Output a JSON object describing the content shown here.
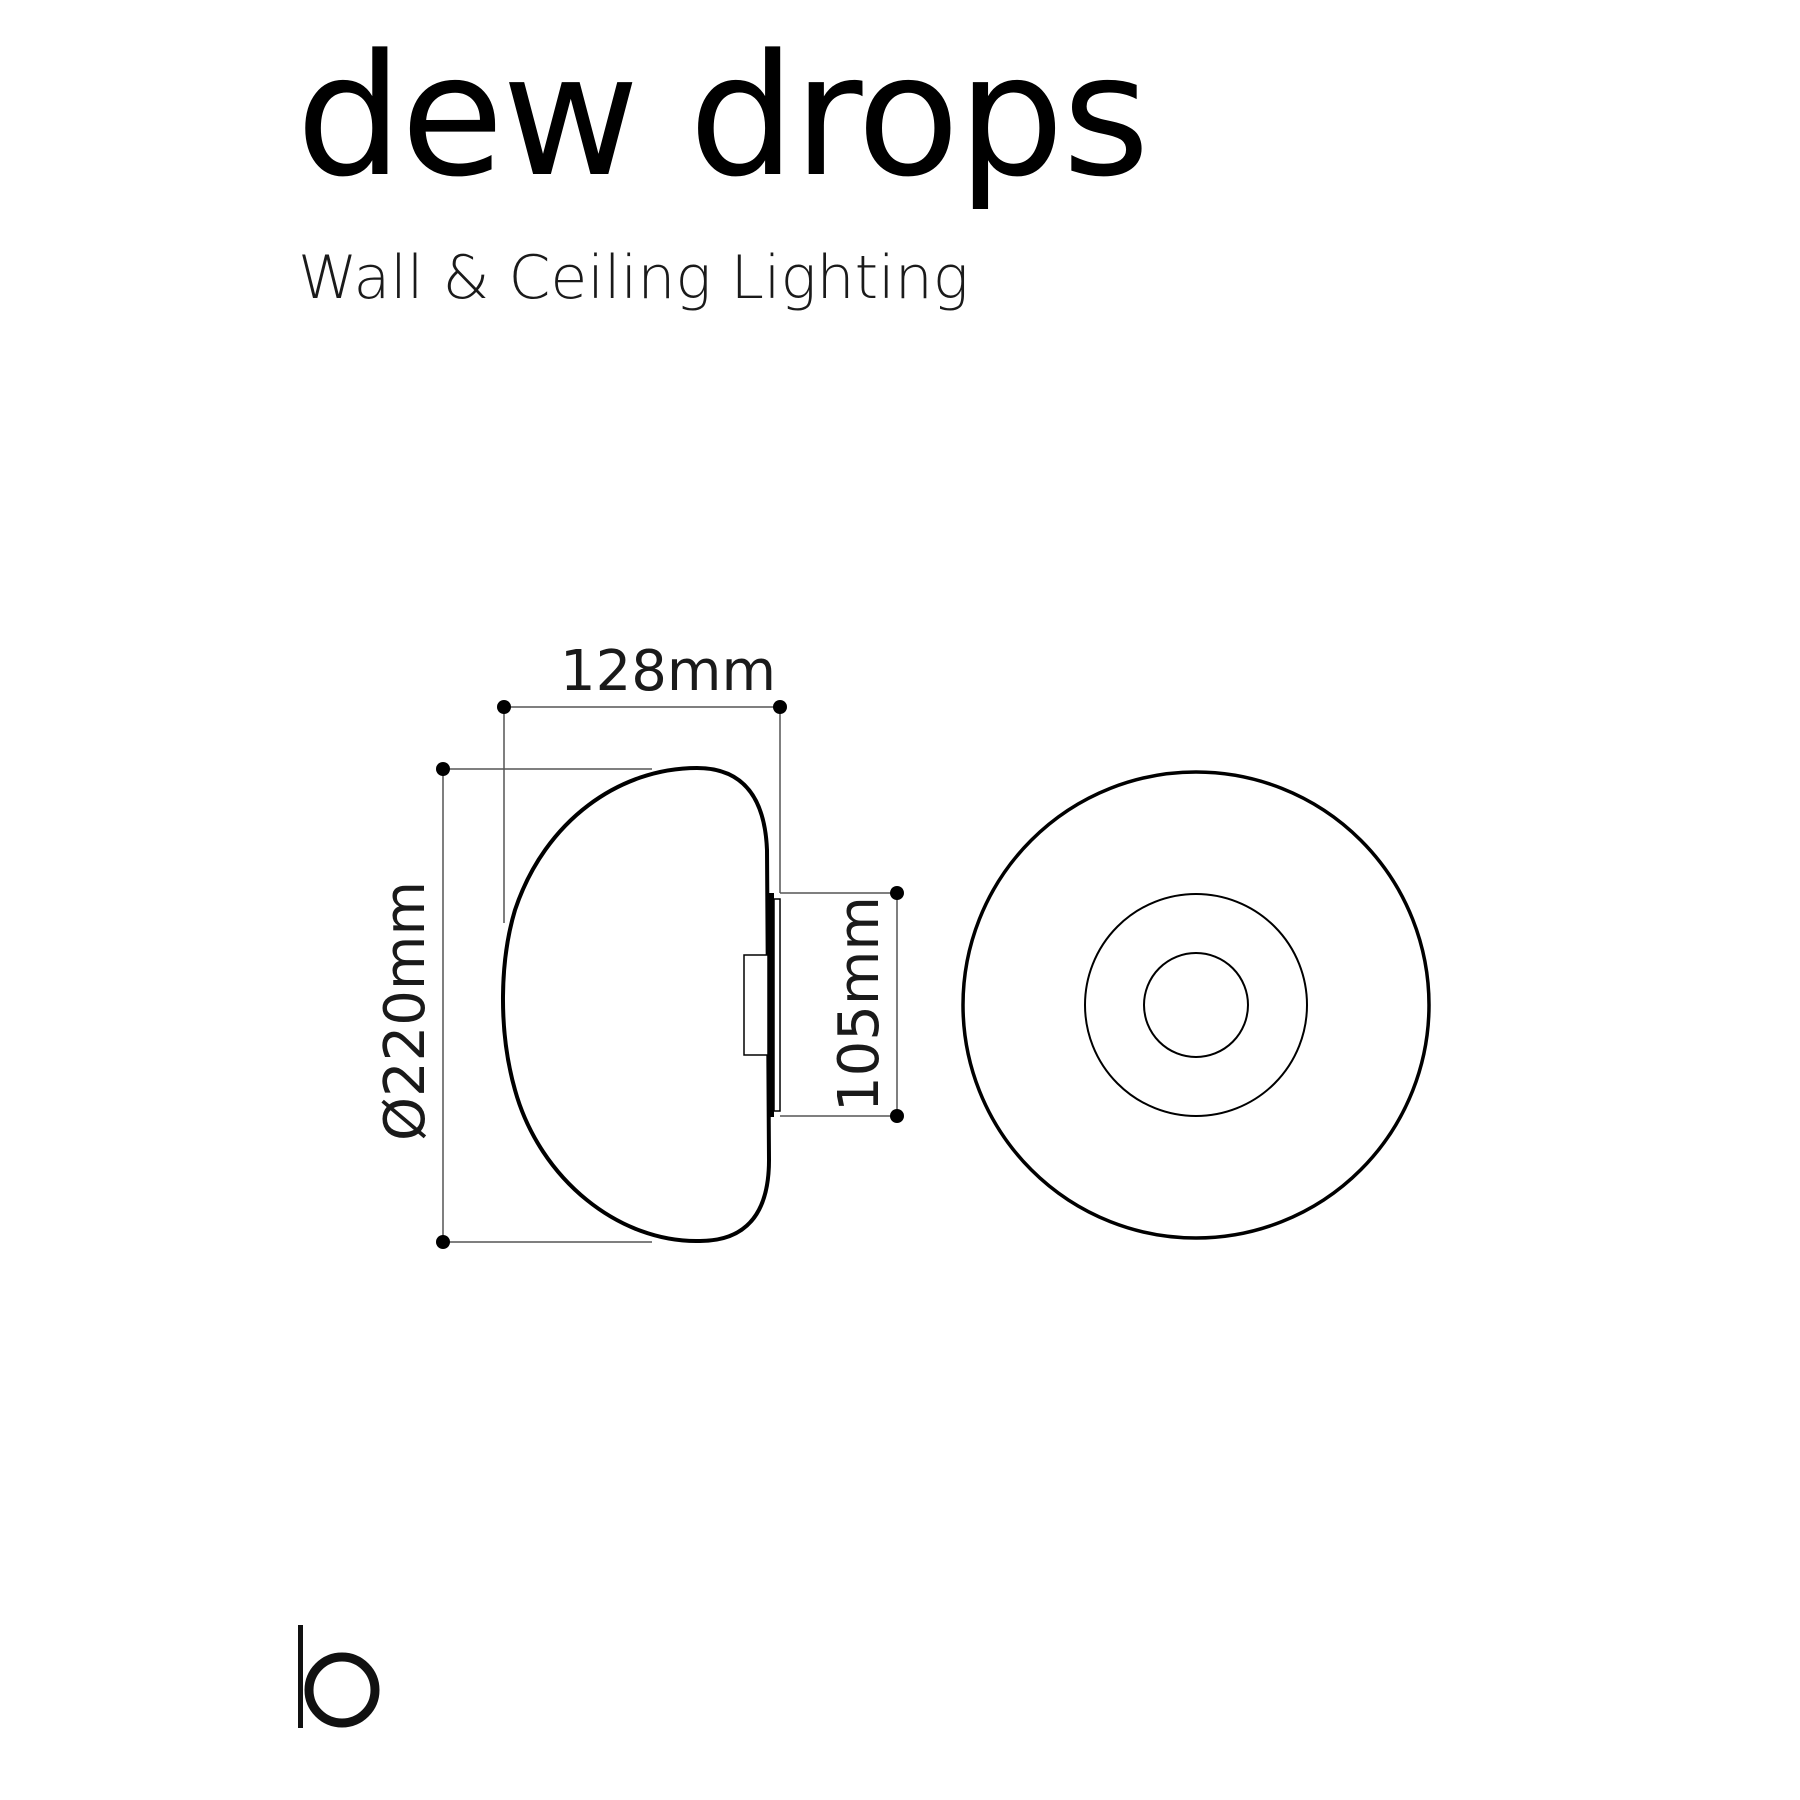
{
  "header": {
    "title": "dew drops",
    "subtitle": "Wall & Ceiling Lighting"
  },
  "drawing": {
    "side_view": {
      "dimensions": {
        "depth": "128mm",
        "diameter": "Ø220mm",
        "backplate": "105mm"
      }
    },
    "front_view": {
      "rings": 3
    },
    "colors": {
      "line": "#000000",
      "dimension_line": "#555555",
      "background": "#ffffff"
    }
  },
  "logo": {
    "mark": "b-logo"
  }
}
